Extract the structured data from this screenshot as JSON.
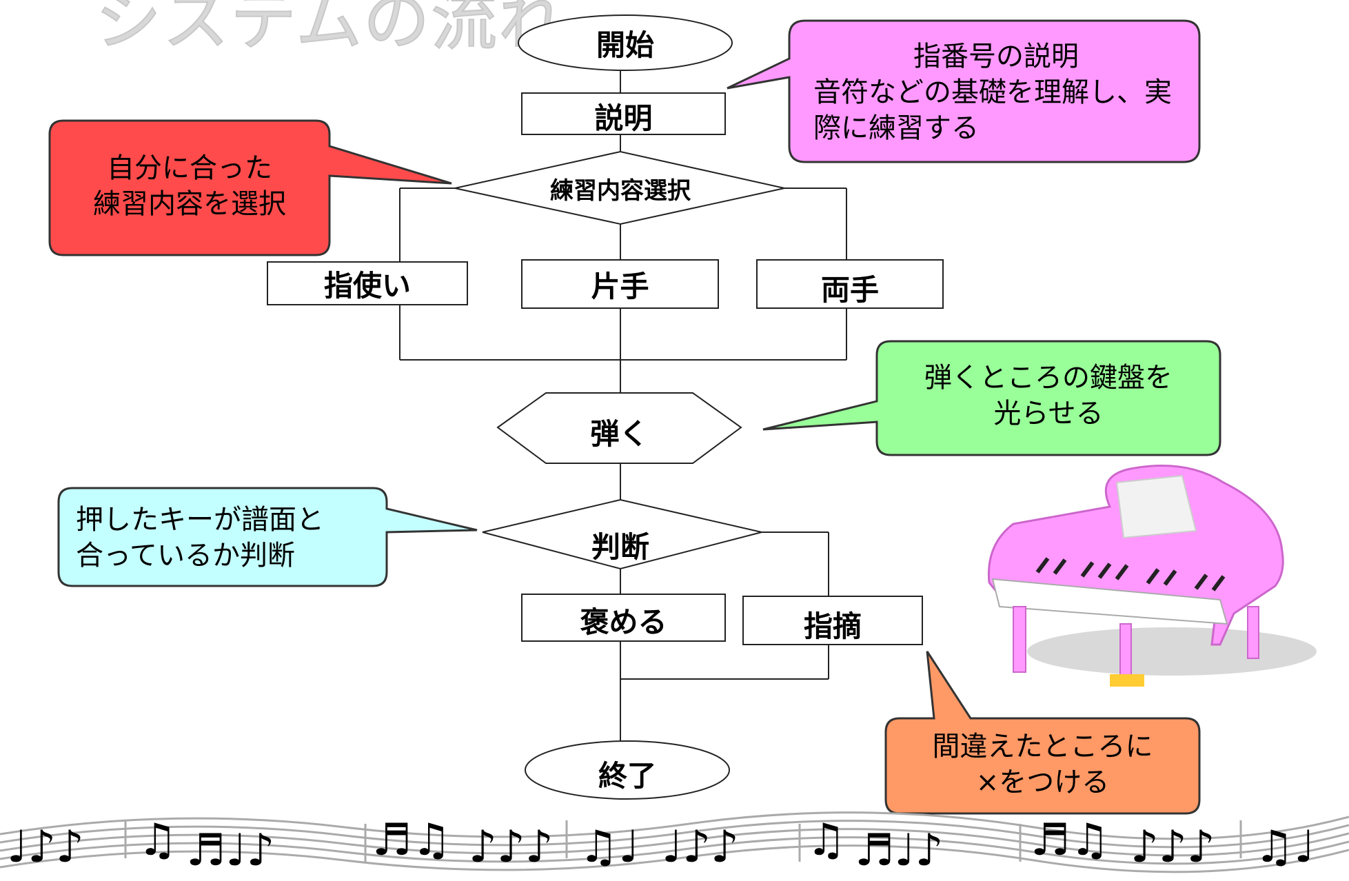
{
  "title": "システムの流れ",
  "flow": {
    "start": "開始",
    "explain": "説明",
    "select": "練習内容選択",
    "fingering": "指使い",
    "one_hand": "片手",
    "both_hands": "両手",
    "play": "弾く",
    "judge": "判断",
    "praise": "褒める",
    "point_out": "指摘",
    "end": "終了"
  },
  "callouts": {
    "explain": [
      "指番号の説明",
      "音符などの基礎を理解し、実",
      "際に練習する"
    ],
    "select": [
      "自分に合った",
      "練習内容を選択"
    ],
    "play": [
      "弾くところの鍵盤を",
      "光らせる"
    ],
    "judge": [
      "押したキーが譜面と",
      "合っているか判断"
    ],
    "mistake": [
      "間違えたところに",
      "×をつける"
    ]
  },
  "colors": {
    "explain_callout": "#ff99ff",
    "select_callout": "#ff4b4b",
    "play_callout": "#99ff99",
    "judge_callout": "#c4ffff",
    "mistake_callout": "#ff9966",
    "piano": "#ff99ff"
  },
  "images": {
    "piano": "grand-piano-illustration",
    "music_staff": "music-notes-staff-border"
  }
}
